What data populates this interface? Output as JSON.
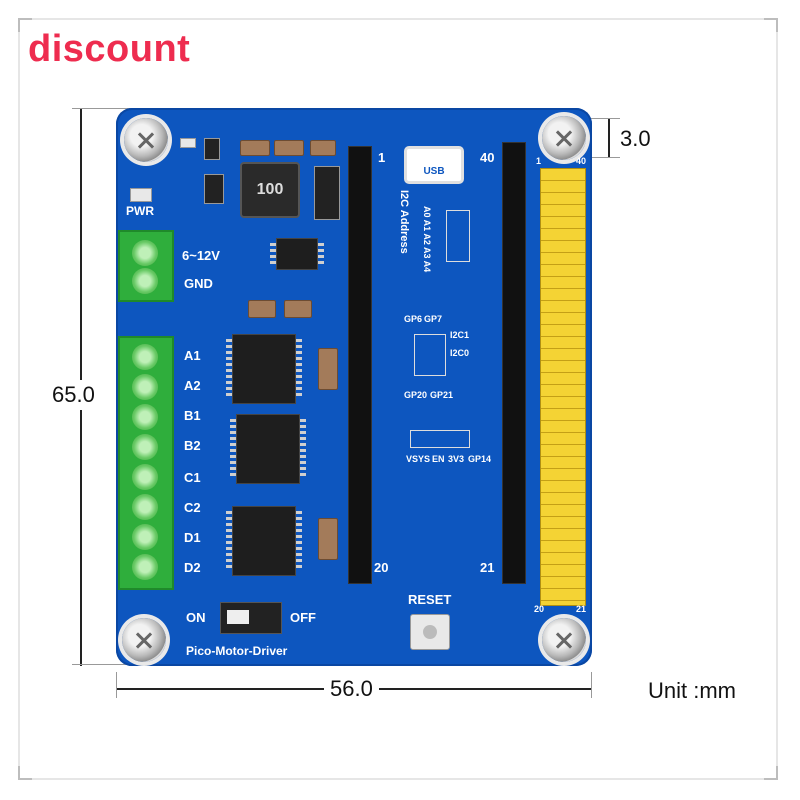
{
  "promo": {
    "label": "discount"
  },
  "board": {
    "name_label": "Pico-Motor-Driver",
    "inductor_label": "100",
    "usb_label": "USB",
    "power_label": "PWR",
    "voltage_label": "6~12V",
    "ground_label": "GND",
    "motor_outputs": [
      "A1",
      "A2",
      "B1",
      "B2",
      "C1",
      "C2",
      "D1",
      "D2"
    ],
    "switch_on_label": "ON",
    "switch_off_label": "OFF",
    "reset_label": "RESET",
    "pin_labels": {
      "left_top": "1",
      "left_bottom": "20",
      "right_top": "40",
      "right_bottom": "21",
      "yellow_top_left": "1",
      "yellow_top_right": "40",
      "yellow_bottom_left": "20",
      "yellow_bottom_right": "21"
    },
    "i2c_label": "I2C Address",
    "address_labels": "A0 A1 A2 A3 A4",
    "gpio_labels": [
      "GP6",
      "GP7",
      "GP20",
      "GP21",
      "I2C1",
      "I2C0",
      "VSYS",
      "EN",
      "3V3",
      "GP14"
    ]
  },
  "dimensions": {
    "width_label": "56.0",
    "height_label": "65.0",
    "offset_label": "3.0",
    "unit_label": "Unit :mm"
  },
  "colors": {
    "board": "#0d56bf",
    "promo": "#ee2c4f",
    "terminal": "#2fae3c",
    "header_yellow": "#f4d334"
  }
}
